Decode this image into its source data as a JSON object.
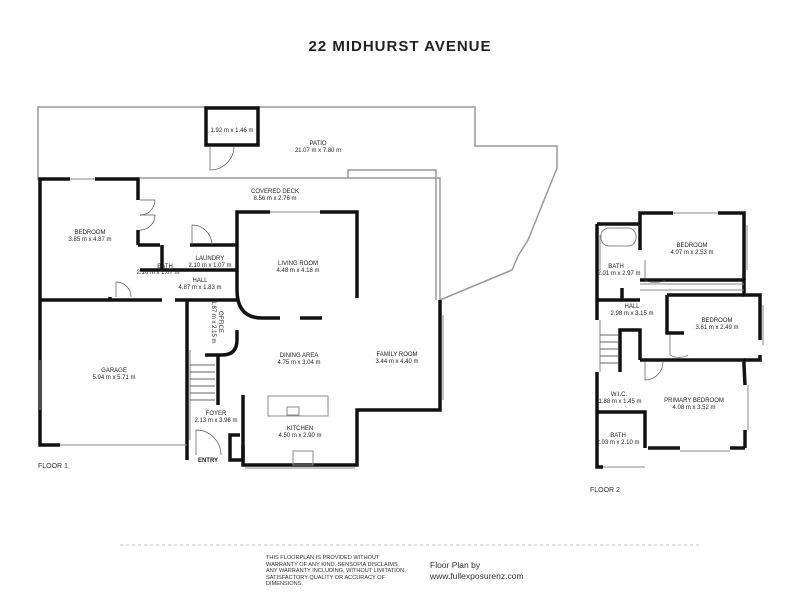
{
  "title": "22 MIDHURST AVENUE",
  "floor1": {
    "label": "FLOOR 1",
    "entry": "ENTRY",
    "rooms": [
      {
        "name": "",
        "size": "1.92 m x 1.46 m"
      },
      {
        "name": "PATIO",
        "size": "21.07 m x 7.80 m"
      },
      {
        "name": "COVERED DECK",
        "size": "8.56 m x 2.76 m"
      },
      {
        "name": "BEDROOM",
        "size": "3.85 m x 4.87 m"
      },
      {
        "name": "BATH",
        "size": "2.10 m x 1.07 m"
      },
      {
        "name": "LAUNDRY",
        "size": "2.10 m x 1.07 m"
      },
      {
        "name": "HALL",
        "size": "4.87 m x 1.83 m"
      },
      {
        "name": "LIVING ROOM",
        "size": "4.48 m x 4.18 m"
      },
      {
        "name": "OFFICE",
        "size": "1.87 m x 2.15 m"
      },
      {
        "name": "GARAGE",
        "size": "5.94 m x 5.71 m"
      },
      {
        "name": "DINING AREA",
        "size": "4.75 m x 3.04 m"
      },
      {
        "name": "FAMILY ROOM",
        "size": "3.44 m x 4.40 m"
      },
      {
        "name": "FOYER",
        "size": "2.13 m x 3.96 m"
      },
      {
        "name": "KITCHEN",
        "size": "4.50 m x 2.90 m"
      }
    ]
  },
  "floor2": {
    "label": "FLOOR 2",
    "rooms": [
      {
        "name": "BEDROOM",
        "size": "4.07 m x 2.53 m"
      },
      {
        "name": "BATH",
        "size": "2.01 m x 2.97 m"
      },
      {
        "name": "HALL",
        "size": "2.98 m x 3.15 m"
      },
      {
        "name": "BEDROOM",
        "size": "3.61 m x 2.49 m"
      },
      {
        "name": "W.I.C.",
        "size": "1.88 m x 1.45 m"
      },
      {
        "name": "PRIMARY BEDROOM",
        "size": "4.08 m x 3.52 m"
      },
      {
        "name": "BATH",
        "size": "2.03 m x 2.10 m"
      }
    ]
  },
  "footer": {
    "disclaimer": "THIS FLOORPLAN IS PROVIDED WITHOUT WARRANTY OF ANY KIND. SENSOPIA DISCLAIMS ANY WARRANTY INCLUDING, WITHOUT LIMITATION, SATISFACTORY QUALITY OR ACCURACY OF DIMENSIONS.",
    "credit_line1": "Floor Plan by",
    "credit_line2": "www.fullexposurenz.com"
  }
}
